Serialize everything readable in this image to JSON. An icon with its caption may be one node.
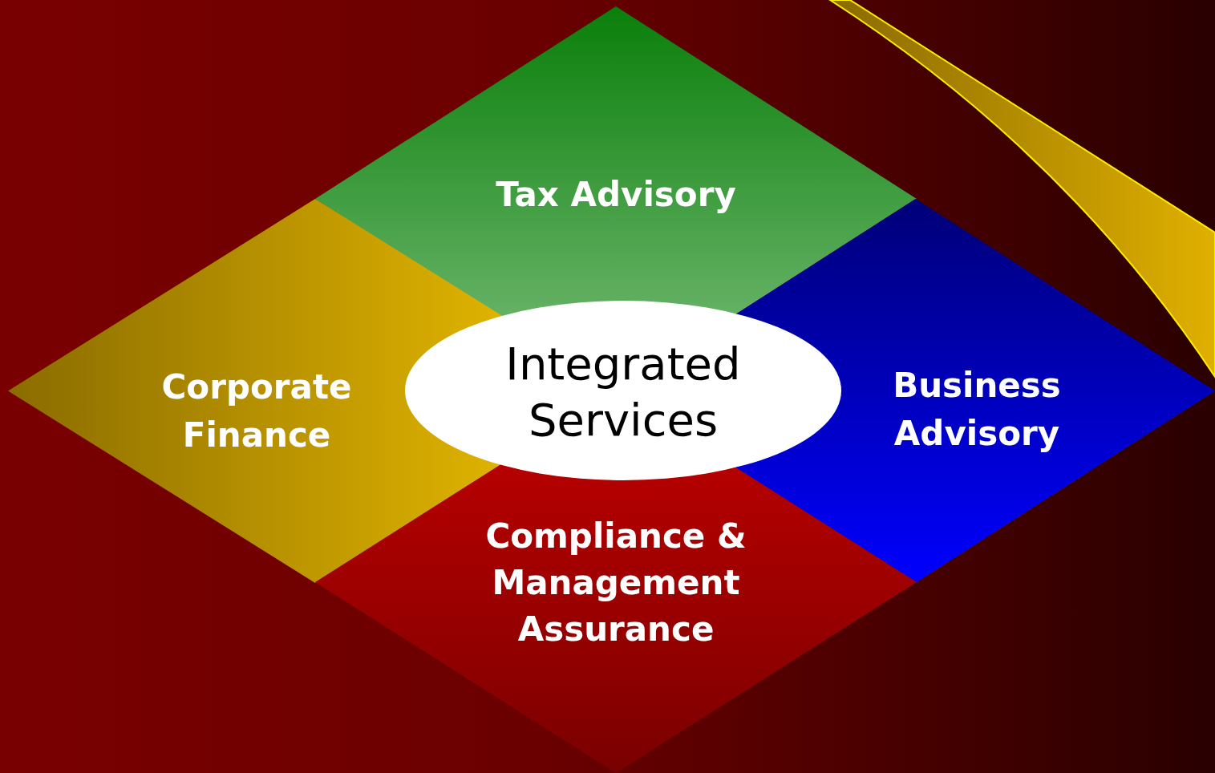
{
  "diagram": {
    "nodes": [
      {
        "text": [
          "Tax Advisory"
        ]
      },
      {
        "text": [
          "Corporate Finance"
        ]
      },
      {
        "text": [
          "Integrated Services"
        ]
      },
      {
        "text": [
          "Business Advisory"
        ]
      },
      {
        "text": [
          "Compliance & Management Assurance"
        ]
      }
    ]
  }
}
